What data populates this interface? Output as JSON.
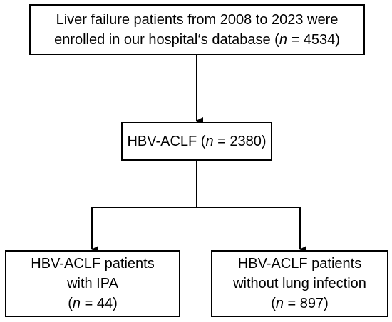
{
  "boxes": {
    "enrolled": {
      "line1": "Liver failure patients from 2008 to 2023 were",
      "line2_prefix": "enrolled in our hospital‘s database (",
      "n_label": "n",
      "line2_suffix": " = 4534)"
    },
    "hbv_aclf": {
      "prefix": "HBV-ACLF (",
      "n_label": "n",
      "suffix": " = 2380)"
    },
    "ipa": {
      "line1": "HBV-ACLF patients",
      "line2": "with IPA",
      "prefix": "(",
      "n_label": "n",
      "suffix": " = 44)"
    },
    "no_lung_infection": {
      "line1": "HBV-ACLF patients",
      "line2": "without lung infection",
      "prefix": "(",
      "n_label": "n",
      "suffix": " = 897)"
    }
  },
  "colors": {
    "stroke": "#000000",
    "background": "#ffffff"
  }
}
